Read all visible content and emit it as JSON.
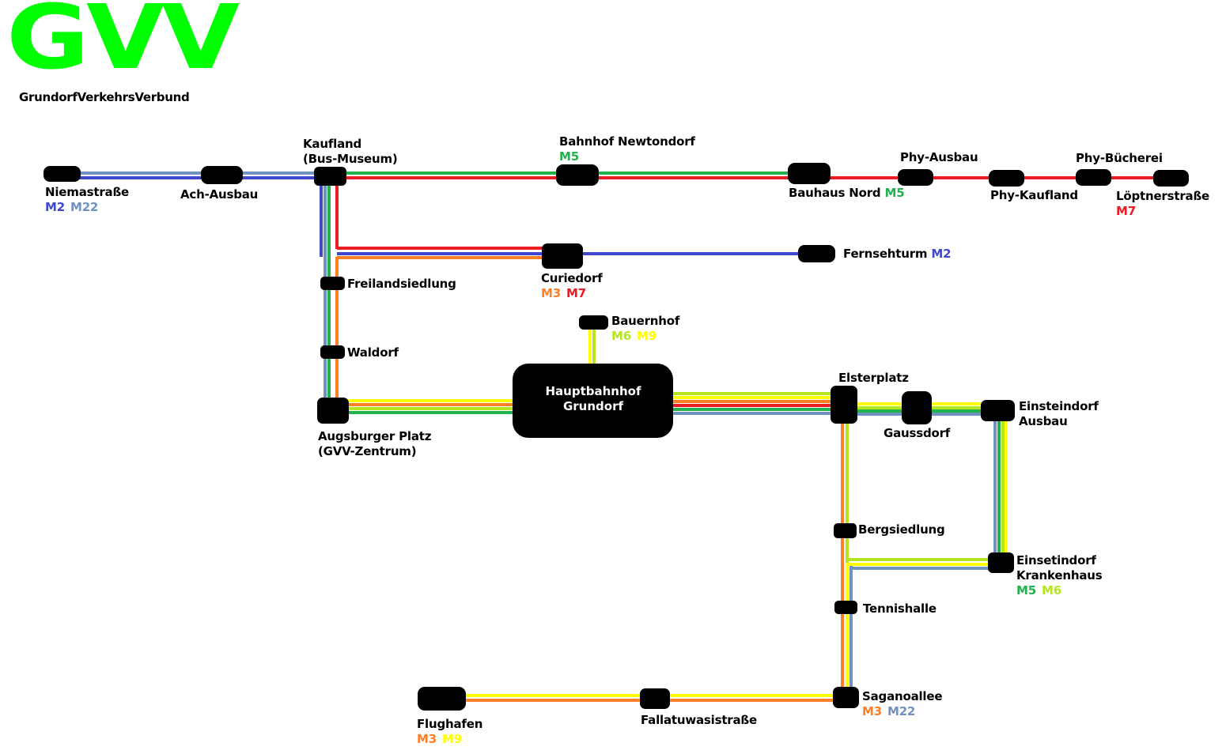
{
  "title": "GVV",
  "subtitle": "GrundorfVerkehrsVerbund",
  "line_colors": {
    "M2": "#3f48cc",
    "M22": "#7092be",
    "M3": "#ff7f27",
    "M5": "#22b14c",
    "M6": "#b5e61d",
    "M7": "#ed1c24",
    "M9": "#ffff00"
  },
  "stations": {
    "niemastrasse": {
      "name": "Niemastraße",
      "lines": [
        "M2",
        "M22"
      ]
    },
    "ach_ausbau": {
      "name": "Ach-Ausbau"
    },
    "kaufland": {
      "name": "Kaufland",
      "name2": "(Bus-Museum)"
    },
    "bahnhof_newtondorf": {
      "name": "Bahnhof Newtondorf",
      "lines": [
        "M5"
      ]
    },
    "bauhaus_nord": {
      "name": "Bauhaus Nord",
      "lines": [
        "M5"
      ]
    },
    "phy_ausbau": {
      "name": "Phy-Ausbau"
    },
    "phy_kaufland": {
      "name": "Phy-Kaufland"
    },
    "phy_buecherei": {
      "name": "Phy-Bücherei"
    },
    "loeptnerstrasse": {
      "name": "Löptnerstraße",
      "lines": [
        "M7"
      ]
    },
    "fernsehturm": {
      "name": "Fernsehturm",
      "lines": [
        "M2"
      ]
    },
    "curiedorf": {
      "name": "Curiedorf",
      "lines": [
        "M3",
        "M7"
      ]
    },
    "freilandsiedlung": {
      "name": "Freilandsiedlung"
    },
    "waldorf": {
      "name": "Waldorf"
    },
    "bauernhof": {
      "name": "Bauernhof",
      "lines": [
        "M6",
        "M9"
      ]
    },
    "hauptbahnhof": {
      "name": "Hauptbahnhof",
      "name2": "Grundorf"
    },
    "augsburger_platz": {
      "name": "Augsburger Platz",
      "name2": "(GVV-Zentrum)"
    },
    "elsterplatz": {
      "name": "Elsterplatz"
    },
    "gaussdorf": {
      "name": "Gaussdorf"
    },
    "einsteindorf_ausbau": {
      "name": "Einsteindorf",
      "name2": "Ausbau"
    },
    "bergsiedlung": {
      "name": "Bergsiedlung"
    },
    "einsteindorf_krankenhaus": {
      "name": "Einsetindorf",
      "name2": "Krankenhaus",
      "lines": [
        "M5",
        "M6"
      ]
    },
    "tennishalle": {
      "name": "Tennishalle"
    },
    "saganoallee": {
      "name": "Saganoallee",
      "lines": [
        "M3",
        "M22"
      ]
    },
    "fallatuwasistrasse": {
      "name": "Fallatuwasistraße"
    },
    "flughafen": {
      "name": "Flughafen",
      "lines": [
        "M3",
        "M9"
      ]
    }
  }
}
